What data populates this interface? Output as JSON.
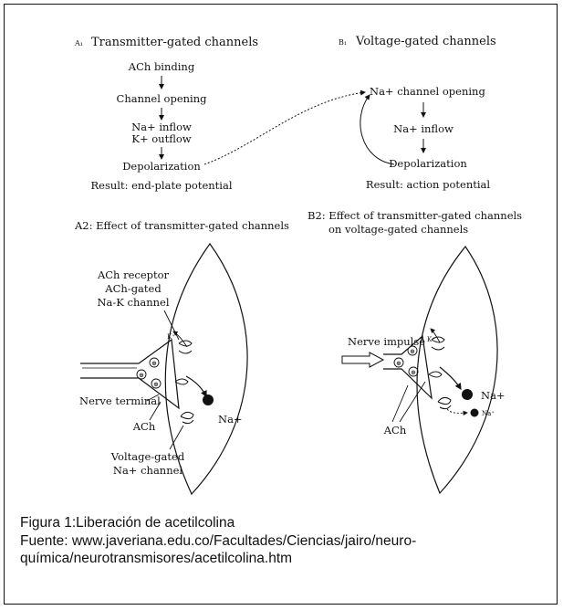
{
  "diagram": {
    "panel_a1": {
      "marker": "A₁",
      "title": "Transmitter-gated channels",
      "steps": [
        "ACh binding",
        "Channel opening",
        "Na+ inflow",
        "K+ outflow",
        "Depolarization"
      ],
      "result": "Result: end-plate potential"
    },
    "panel_b1": {
      "marker": "B₁",
      "title": "Voltage-gated channels",
      "steps": [
        "Na+ channel opening",
        "Na+ inflow",
        "Depolarization"
      ],
      "result": "Result: action potential"
    },
    "panel_a2": {
      "title": "A2: Effect of transmitter-gated channels",
      "receptor_label": [
        "ACh receptor",
        "ACh-gated",
        "Na-K channel"
      ],
      "k_label": "K⁺",
      "nerve_terminal": "Nerve terminal",
      "ach": "ACh",
      "na": "Na+",
      "voltage_label": [
        "Voltage-gated",
        "Na+ channel"
      ],
      "vesicle_mark": "⊕"
    },
    "panel_b2": {
      "title": [
        "B2: Effect of transmitter-gated channels",
        "on voltage-gated channels"
      ],
      "nerve_impulse": "Nerve impulse",
      "k_label": "K⁺",
      "na_large": "Na+",
      "na_small": "Na⁺",
      "ach": "ACh",
      "vesicle_mark": "⊕"
    }
  },
  "caption": {
    "line1": "Figura 1:Liberación de acetilcolina",
    "line2": "Fuente:  www.javeriana.edu.co/Facultades/Ciencias/jairo/neuro-",
    "line3": "química/neurotransmisores/acetilcolina.htm"
  }
}
